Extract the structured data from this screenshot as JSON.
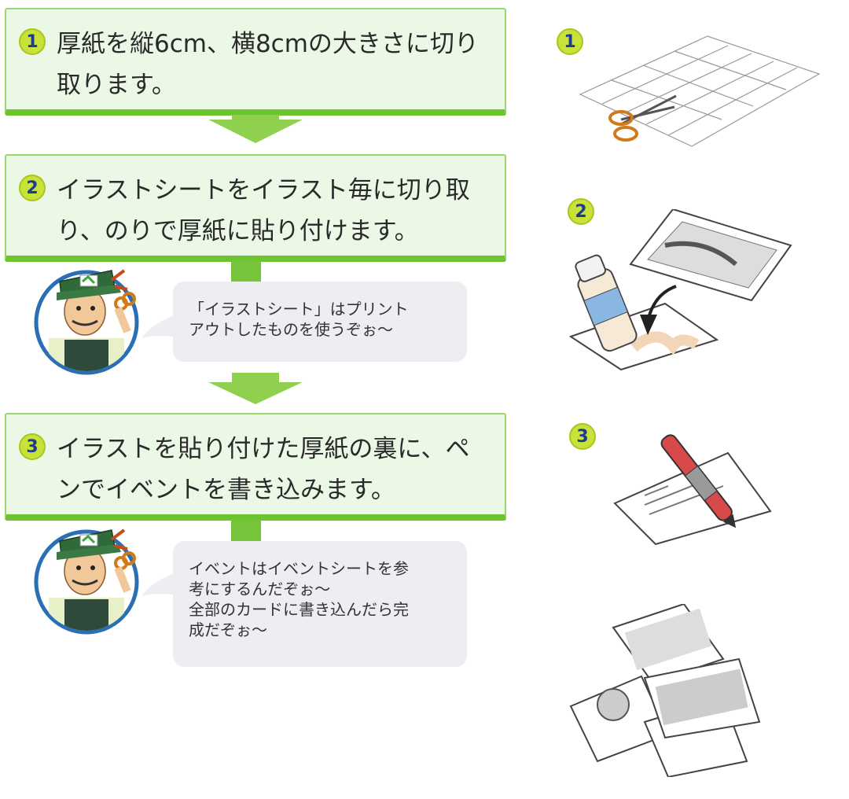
{
  "steps": [
    {
      "number": "1",
      "text_line1": "厚紙を縦6cm、横8cmの大きさに切り",
      "text_line2": "取ります。"
    },
    {
      "number": "2",
      "text_line1": "イラストシートをイラスト毎に切り取",
      "text_line2": "り、のりで厚紙に貼り付けます。"
    },
    {
      "number": "3",
      "text_line1": "イラストを貼り付けた厚紙の裏に、ペ",
      "text_line2": "ンでイベントを書き込みます。"
    }
  ],
  "bubbles": [
    {
      "line1": "「イラストシート」はプリント",
      "line2": "アウトしたものを使うぞぉ～"
    },
    {
      "line1": "イベントはイベントシートを参",
      "line2": "考にするんだぞぉ～",
      "line3": "全部のカードに書き込んだら完",
      "line4": "成だぞぉ～"
    }
  ],
  "side_numbers": [
    "1",
    "2",
    "3"
  ],
  "colors": {
    "box_bg": "#ebf8e6",
    "box_border": "#6cc42e",
    "arrow": "#8fd14f",
    "badge": "#c8e23a",
    "badge_text": "#1d3c8c"
  }
}
